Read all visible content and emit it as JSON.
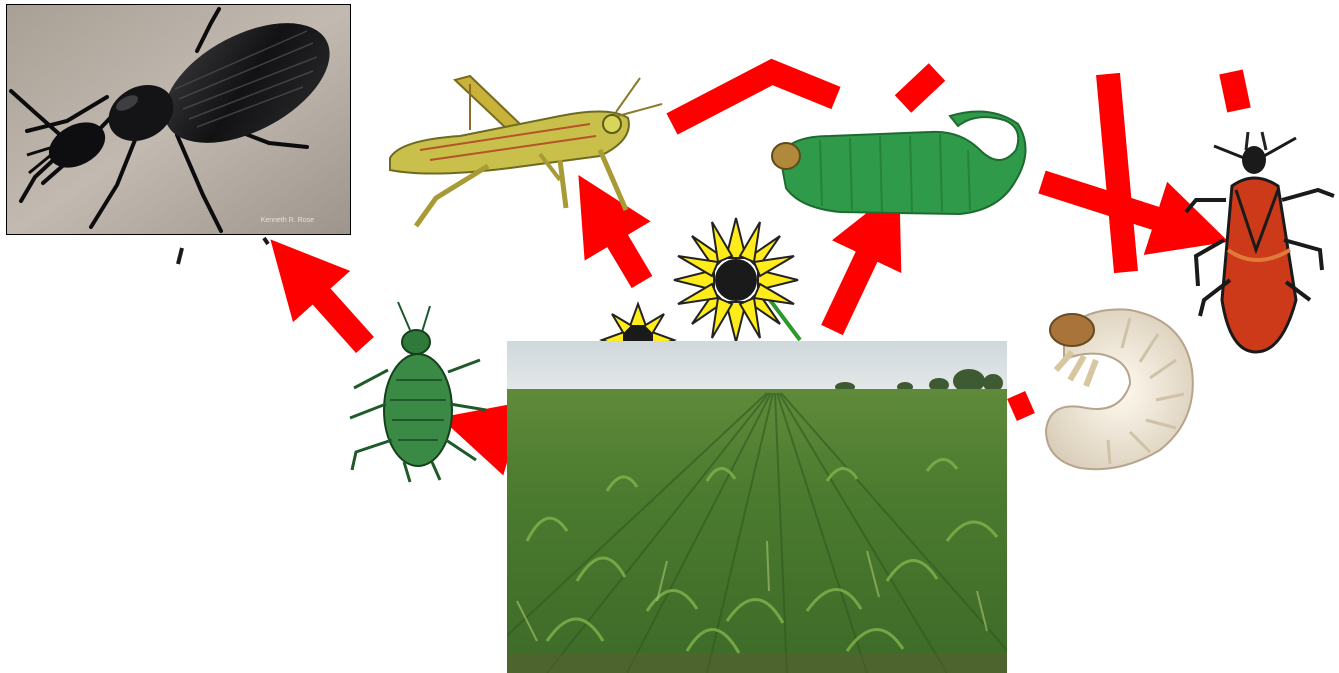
{
  "diagram": {
    "arrow_color": "#ff0000",
    "nodes": [
      {
        "id": "ground-beetle",
        "kind": "photo"
      },
      {
        "id": "grasshopper",
        "kind": "clipart"
      },
      {
        "id": "caterpillar",
        "kind": "clipart"
      },
      {
        "id": "boxelder-bug",
        "kind": "clipart"
      },
      {
        "id": "white-grub",
        "kind": "clipart"
      },
      {
        "id": "aphid",
        "kind": "clipart"
      },
      {
        "id": "sunflowers",
        "kind": "clipart"
      },
      {
        "id": "cornfield",
        "kind": "photo"
      }
    ],
    "photo_credit": "Kenneth R. Rose"
  }
}
